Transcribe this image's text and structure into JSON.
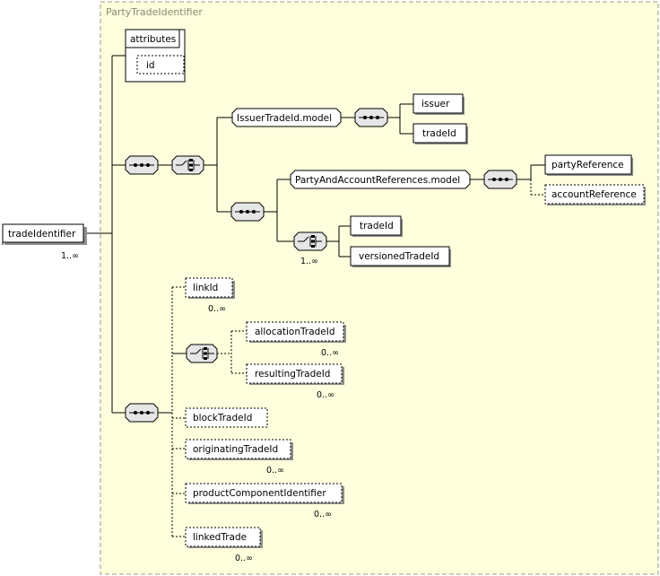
{
  "complex_type": {
    "name": "PartyTradeIdentifier"
  },
  "root": {
    "label": "tradeIdentifier",
    "occurrence": "1..∞"
  },
  "attributes": {
    "label": "attributes",
    "id_label": "id"
  },
  "issuer_group": {
    "label": "IssuerTradeId.model",
    "issuer": "issuer",
    "trade_id": "tradeId"
  },
  "party_group": {
    "label": "PartyAndAccountReferences.model",
    "party_reference": "partyReference",
    "account_reference": "accountReference"
  },
  "trade_choice": {
    "occurrence": "1..∞",
    "trade_id": "tradeId",
    "versioned_trade_id": "versionedTradeId"
  },
  "optional_items": {
    "link_id": "linkId",
    "link_id_occ": "0..∞",
    "allocation_trade_id": "allocationTradeId",
    "allocation_trade_id_occ": "0..∞",
    "resulting_trade_id": "resultingTradeId",
    "resulting_trade_id_occ": "0..∞",
    "block_trade_id": "blockTradeId",
    "originating_trade_id": "originatingTradeId",
    "originating_trade_id_occ": "0..∞",
    "product_component_identifier": "productComponentIdentifier",
    "product_component_identifier_occ": "0..∞",
    "linked_trade": "linkedTrade",
    "linked_trade_occ": "0..∞"
  },
  "colors": {
    "panel_fill": "#ffffdd",
    "panel_border": "#9a9a86",
    "connector_fill": "#e6e6e6"
  }
}
